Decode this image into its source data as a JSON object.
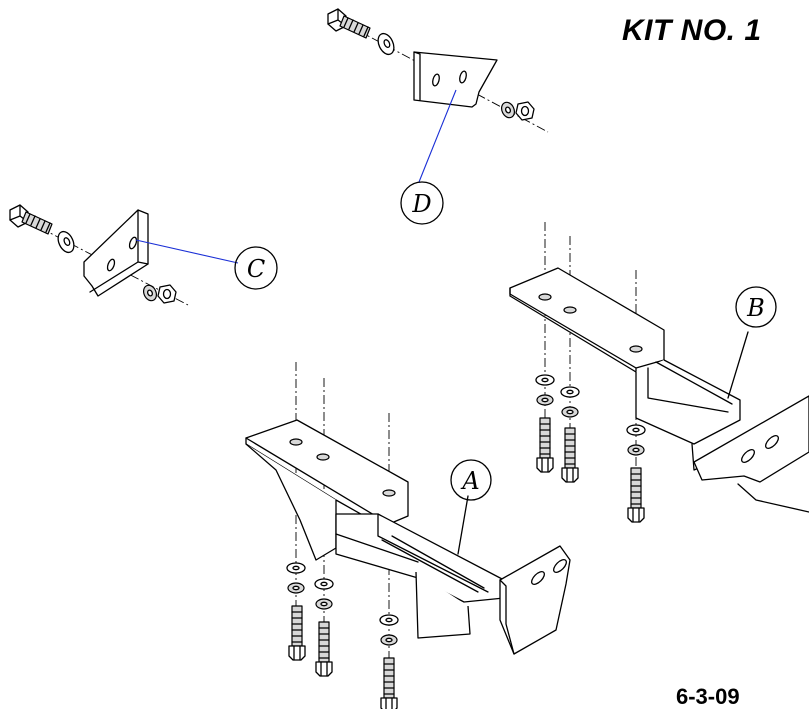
{
  "header": {
    "kit_title": "KIT NO. 1"
  },
  "footer": {
    "date": "6-3-09"
  },
  "callouts": {
    "a": "A",
    "b": "B",
    "c": "C",
    "d": "D"
  },
  "colors": {
    "leader_line": "#1a2fd6",
    "line": "#000000",
    "shade": "#d8d8d8"
  }
}
